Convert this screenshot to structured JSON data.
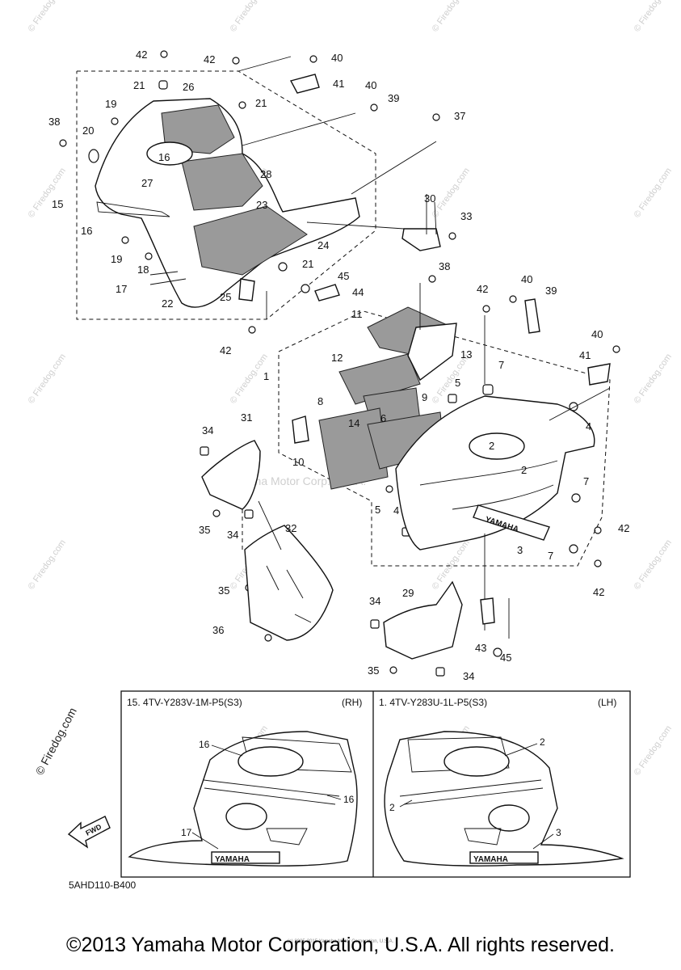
{
  "callouts": [
    "42",
    "42",
    "21",
    "26",
    "40",
    "41",
    "40",
    "39",
    "37",
    "19",
    "21",
    "38",
    "20",
    "16",
    "15",
    "27",
    "28",
    "16",
    "23",
    "30",
    "33",
    "24",
    "19",
    "18",
    "21",
    "38",
    "45",
    "44",
    "17",
    "22",
    "25",
    "42",
    "42",
    "40",
    "39",
    "11",
    "13",
    "12",
    "41",
    "40",
    "7",
    "5",
    "1",
    "8",
    "9",
    "14",
    "6",
    "34",
    "31",
    "4",
    "10",
    "2",
    "2",
    "5",
    "4",
    "7",
    "35",
    "34",
    "42",
    "3",
    "32",
    "7",
    "35",
    "42",
    "36",
    "34",
    "29",
    "43",
    "45",
    "35",
    "34"
  ],
  "watermarks": {
    "site": "© Firedog.com",
    "center": "Yamaha Motor Corp. U.S.A."
  },
  "inset": {
    "left_title": "15. 4TV-Y283V-1M-P5(S3)",
    "left_side": "(RH)",
    "right_title": "1. 4TV-Y283U-1L-P5(S3)",
    "right_side": "(LH)",
    "left_callouts": [
      "16",
      "16",
      "17"
    ],
    "right_callouts": [
      "2",
      "2",
      "3"
    ],
    "brand": "YAMAHA"
  },
  "fwd_label": "FWD",
  "decal_brand": "YAMAHA",
  "diagram_code": "5AHD110-B400",
  "small_note": "(c) 2005-2015 Yamaha Motor Corporation, U.S.A.",
  "copyright": "©2013 Yamaha Motor Corporation, U.S.A. All rights reserved."
}
